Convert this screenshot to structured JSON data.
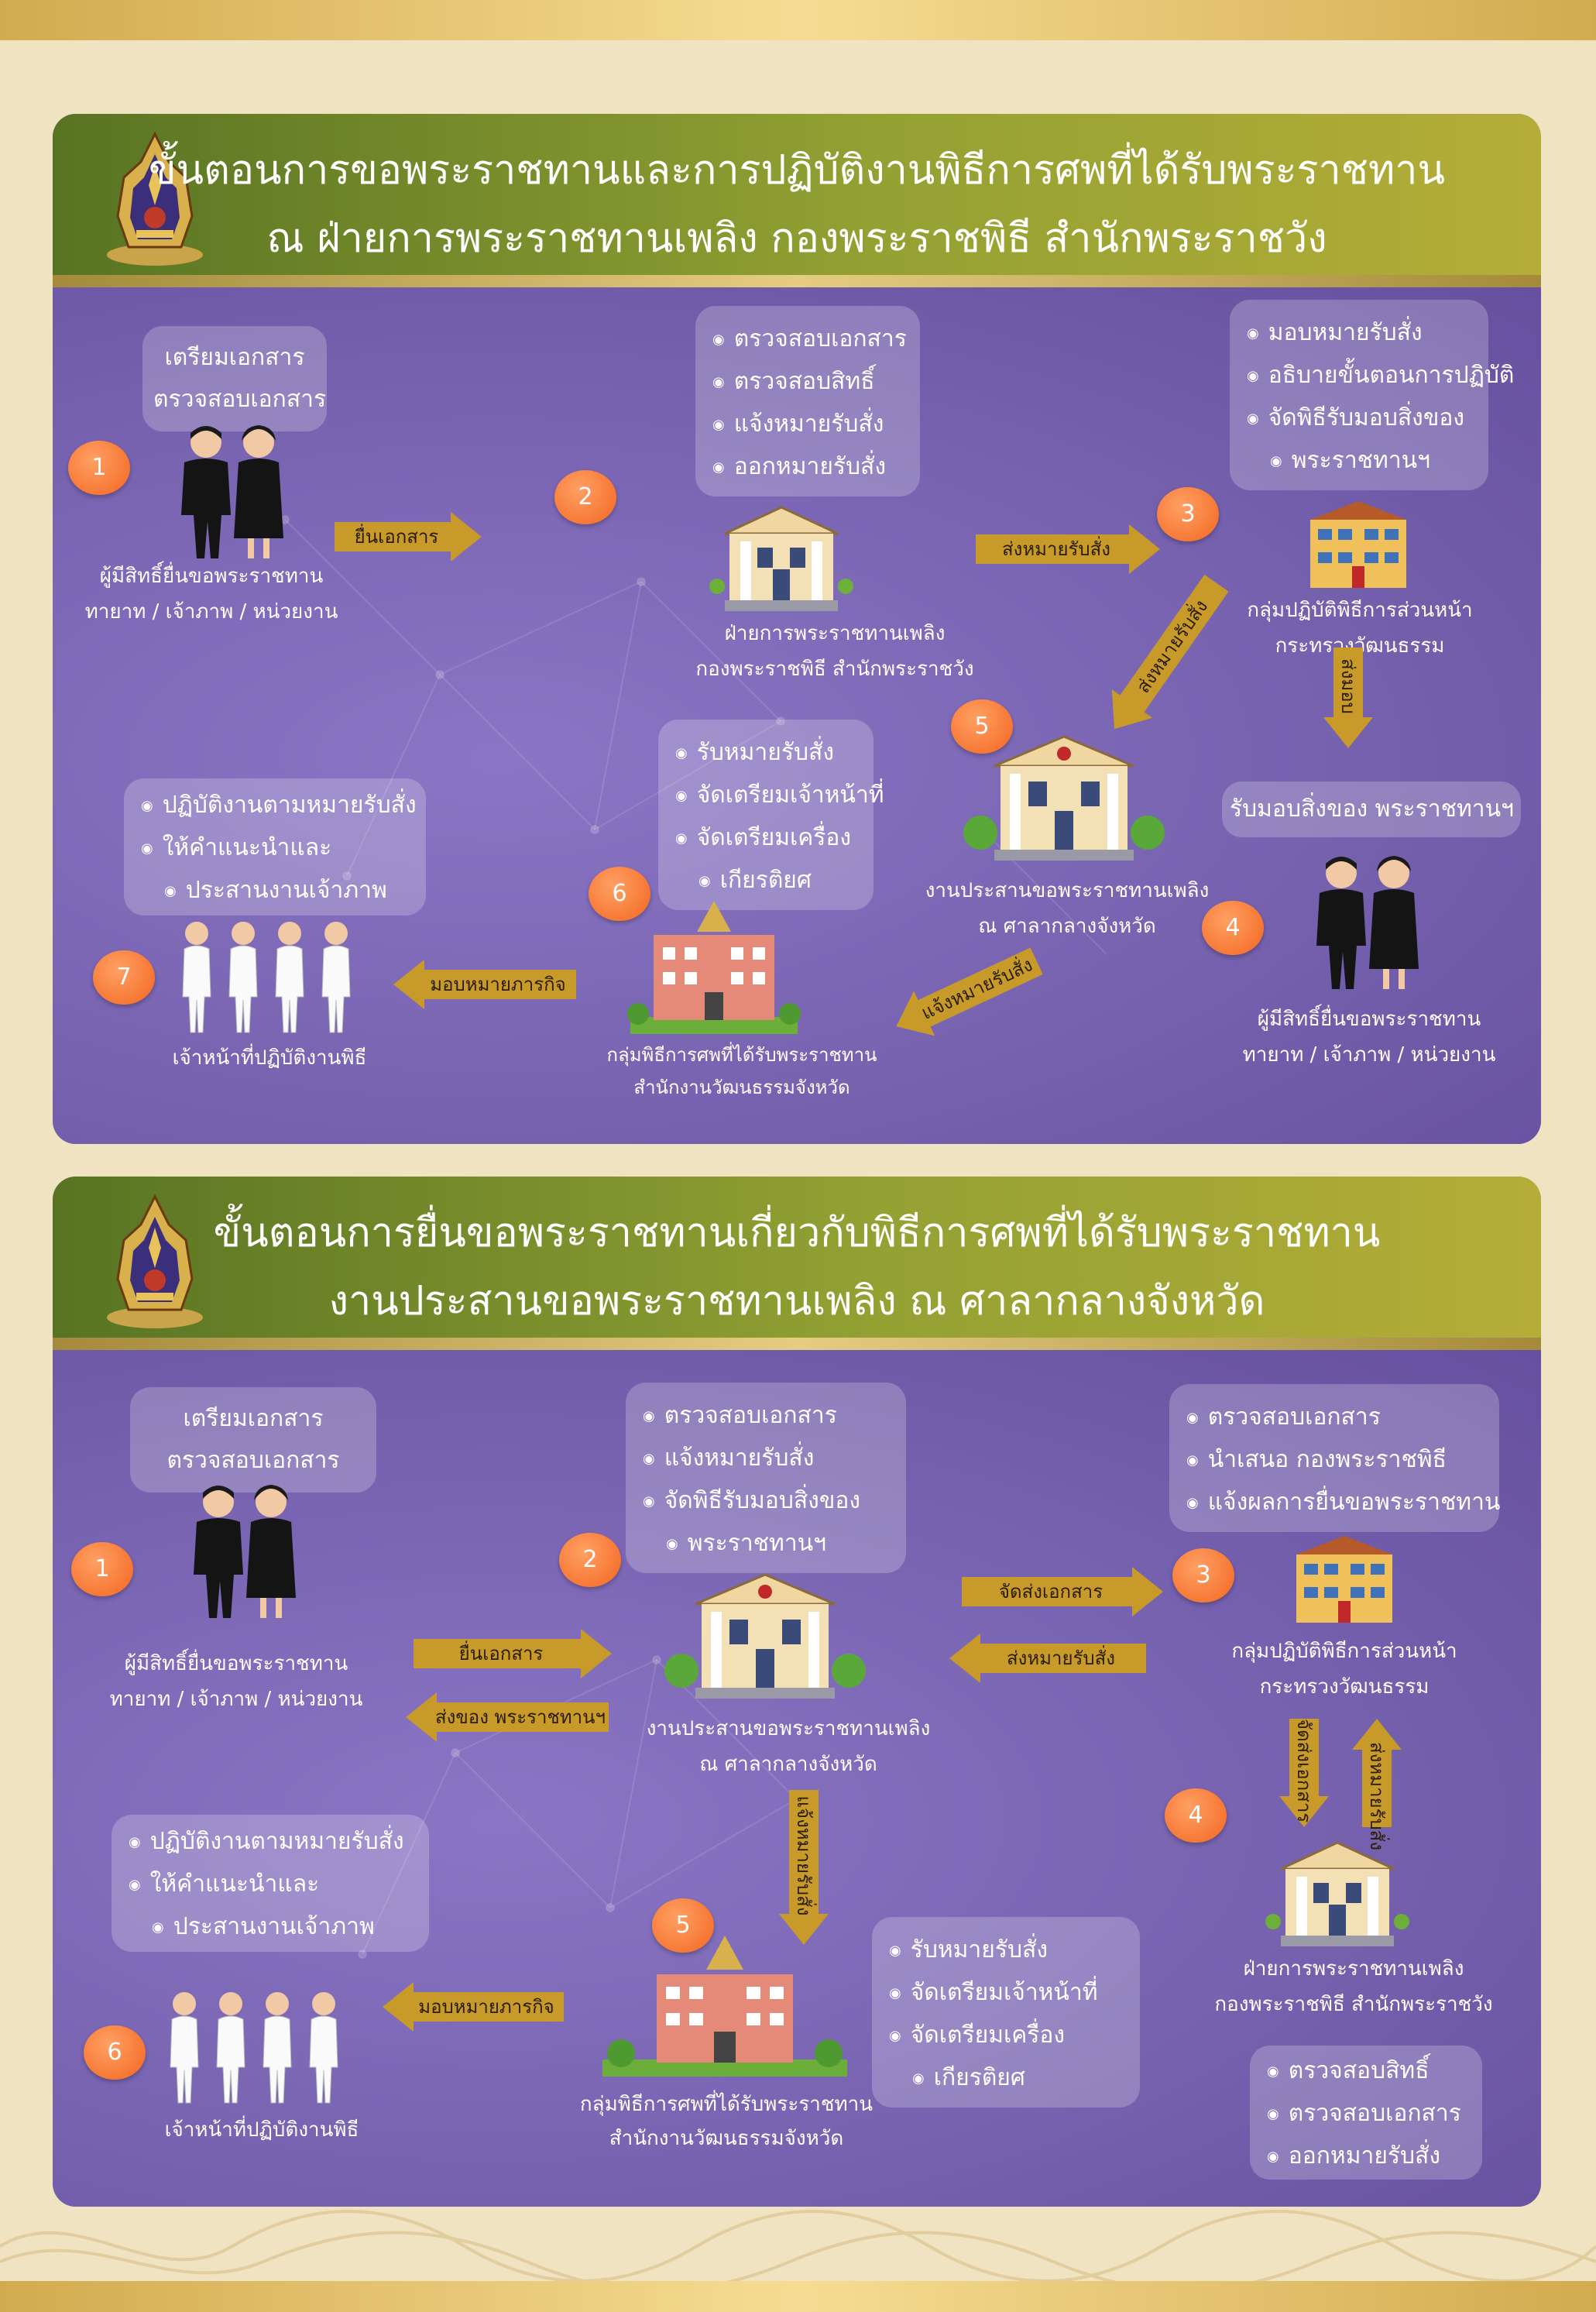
{
  "panel1": {
    "title_line1": "ขั้นตอนการขอพระราชทานและการปฏิบัติงานพิธีการศพที่ได้รับพระราชทาน",
    "title_line2": "ณ ฝ่ายการพระราชทานเพลิง กองพระราชพิธี สำนักพระราชวัง",
    "steps": [
      "1",
      "2",
      "3",
      "4",
      "5",
      "6",
      "7"
    ],
    "box_prepare": [
      "เตรียมเอกสาร",
      "ตรวจสอบเอกสาร"
    ],
    "box_2": [
      "ตรวจสอบเอกสาร",
      "ตรวจสอบสิทธิ์",
      "แจ้งหมายรับสั่ง",
      "ออกหมายรับสั่ง"
    ],
    "box_3": [
      "มอบหมายรับสั่ง",
      "อธิบายขั้นตอนการปฏิบัติ",
      "จัดพิธีรับมอบสิ่งของ",
      "พระราชทานฯ"
    ],
    "box_4": "รับมอบสิ่งของ พระราชทานฯ",
    "box_6": [
      "รับหมายรับสั่ง",
      "จัดเตรียมเจ้าหน้าที่",
      "จัดเตรียมเครื่อง",
      "เกียรติยศ"
    ],
    "box_7": [
      "ปฏิบัติงานตามหมายรับสั่ง",
      "ให้คำแนะนำและ",
      "ประสานงานเจ้าภาพ"
    ],
    "cap_1": [
      "ผู้มีสิทธิ์ยื่นขอพระราชทาน",
      "ทายาท / เจ้าภาพ / หน่วยงาน"
    ],
    "cap_2": [
      "ฝ่ายการพระราชทานเพลิง",
      "กองพระราชพิธี สำนักพระราชวัง"
    ],
    "cap_3": [
      "กลุ่มปฏิบัติพิธีการส่วนหน้า",
      "กระทรวงวัฒนธรรม"
    ],
    "cap_4": [
      "ผู้มีสิทธิ์ยื่นขอพระราชทาน",
      "ทายาท / เจ้าภาพ / หน่วยงาน"
    ],
    "cap_5": [
      "งานประสานขอพระราชทานเพลิง",
      "ณ ศาลากลางจังหวัด"
    ],
    "cap_6": [
      "กลุ่มพิธีการศพที่ได้รับพระราชทาน",
      "สำนักงานวัฒนธรรมจังหวัด"
    ],
    "cap_7": "เจ้าหน้าที่ปฏิบัติงานพิธี",
    "arrows": {
      "a1": "ยื่นเอกสาร",
      "a2": "ส่งหมายรับสั่ง",
      "a3": "ส่งหมายรับสั่ง",
      "a4": "ส่งมอบ",
      "a5": "แจ้งหมายรับสั่ง",
      "a6": "มอบหมายภารกิจ"
    }
  },
  "panel2": {
    "title_line1": "ขั้นตอนการยื่นขอพระราชทานเกี่ยวกับพิธีการศพที่ได้รับพระราชทาน",
    "title_line2": "งานประสานขอพระราชทานเพลิง ณ ศาลากลางจังหวัด",
    "steps": [
      "1",
      "2",
      "3",
      "4",
      "5",
      "6"
    ],
    "box_prepare": [
      "เตรียมเอกสาร",
      "ตรวจสอบเอกสาร"
    ],
    "box_2": [
      "ตรวจสอบเอกสาร",
      "แจ้งหมายรับสั่ง",
      "จัดพิธีรับมอบสิ่งของ",
      "พระราชทานฯ"
    ],
    "box_3": [
      "ตรวจสอบเอกสาร",
      "นำเสนอ กองพระราชพิธี",
      "แจ้งผลการยื่นขอพระราชทาน"
    ],
    "box_4": [
      "ตรวจสอบสิทธิ์",
      "ตรวจสอบเอกสาร",
      "ออกหมายรับสั่ง"
    ],
    "box_5": [
      "รับหมายรับสั่ง",
      "จัดเตรียมเจ้าหน้าที่",
      "จัดเตรียมเครื่อง",
      "เกียรติยศ"
    ],
    "box_6": [
      "ปฏิบัติงานตามหมายรับสั่ง",
      "ให้คำแนะนำและ",
      "ประสานงานเจ้าภาพ"
    ],
    "cap_1": [
      "ผู้มีสิทธิ์ยื่นขอพระราชทาน",
      "ทายาท / เจ้าภาพ / หน่วยงาน"
    ],
    "cap_2": [
      "งานประสานขอพระราชทานเพลิง",
      "ณ ศาลากลางจังหวัด"
    ],
    "cap_3": [
      "กลุ่มปฏิบัติพิธีการส่วนหน้า",
      "กระทรวงวัฒนธรรม"
    ],
    "cap_4": [
      "ฝ่ายการพระราชทานเพลิง",
      "กองพระราชพิธี สำนักพระราชวัง"
    ],
    "cap_5": [
      "กลุ่มพิธีการศพที่ได้รับพระราชทาน",
      "สำนักงานวัฒนธรรมจังหวัด"
    ],
    "cap_6": "เจ้าหน้าที่ปฏิบัติงานพิธี",
    "arrows": {
      "a1": "ยื่นเอกสาร",
      "a2": "ส่งของ พระราชทานฯ",
      "a3": "จัดส่งเอกสาร",
      "a4": "ส่งหมายรับสั่ง",
      "a5": "จัดส่งเอกสาร",
      "a6": "ส่งหมายรับสั่ง",
      "a7": "แจ้งหมายรับสั่ง",
      "a8": "มอบหมายภารกิจ"
    }
  },
  "colors": {
    "panel": "#7460ad",
    "header": "#93a133",
    "badge": "#f3661f",
    "arrow": "#c79a2a"
  }
}
